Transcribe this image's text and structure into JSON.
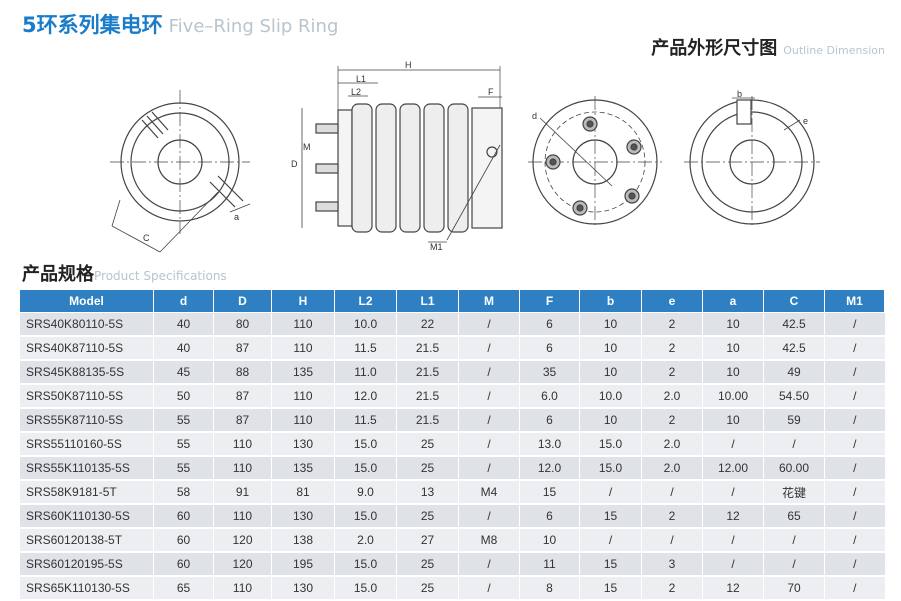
{
  "header": {
    "title_zh": "5环系列集电环",
    "title_en": "Five–Ring Slip Ring"
  },
  "outline": {
    "title_zh": "产品外形尺寸图",
    "title_en": "Outline Dimension",
    "labels": {
      "H": "H",
      "L1": "L1",
      "L2": "L2",
      "F": "F",
      "D": "D",
      "M": "M",
      "M1": "M1",
      "a": "a",
      "C": "C",
      "d": "d",
      "b": "b",
      "e": "e"
    }
  },
  "specs": {
    "title_zh": "产品规格",
    "title_en": "Product Specifications",
    "columns": [
      "Model",
      "d",
      "D",
      "H",
      "L2",
      "L1",
      "M",
      "F",
      "b",
      "e",
      "a",
      "C",
      "M1"
    ],
    "rows": [
      [
        "SRS40K80110-5S",
        "40",
        "80",
        "110",
        "10.0",
        "22",
        "/",
        "6",
        "10",
        "2",
        "10",
        "42.5",
        "/"
      ],
      [
        "SRS40K87110-5S",
        "40",
        "87",
        "110",
        "11.5",
        "21.5",
        "/",
        "6",
        "10",
        "2",
        "10",
        "42.5",
        "/"
      ],
      [
        "SRS45K88135-5S",
        "45",
        "88",
        "135",
        "11.0",
        "21.5",
        "/",
        "35",
        "10",
        "2",
        "10",
        "49",
        "/"
      ],
      [
        "SRS50K87110-5S",
        "50",
        "87",
        "110",
        "12.0",
        "21.5",
        "/",
        "6.0",
        "10.0",
        "2.0",
        "10.00",
        "54.50",
        "/"
      ],
      [
        "SRS55K87110-5S",
        "55",
        "87",
        "110",
        "11.5",
        "21.5",
        "/",
        "6",
        "10",
        "2",
        "10",
        "59",
        "/"
      ],
      [
        "SRS55110160-5S",
        "55",
        "110",
        "130",
        "15.0",
        "25",
        "/",
        "13.0",
        "15.0",
        "2.0",
        "/",
        "/",
        "/"
      ],
      [
        "SRS55K110135-5S",
        "55",
        "110",
        "135",
        "15.0",
        "25",
        "/",
        "12.0",
        "15.0",
        "2.0",
        "12.00",
        "60.00",
        "/"
      ],
      [
        "SRS58K9181-5T",
        "58",
        "91",
        "81",
        "9.0",
        "13",
        "M4",
        "15",
        "/",
        "/",
        "/",
        "花键",
        "/"
      ],
      [
        "SRS60K110130-5S",
        "60",
        "110",
        "130",
        "15.0",
        "25",
        "/",
        "6",
        "15",
        "2",
        "12",
        "65",
        "/"
      ],
      [
        "SRS60120138-5T",
        "60",
        "120",
        "138",
        "2.0",
        "27",
        "M8",
        "10",
        "/",
        "/",
        "/",
        "/",
        "/"
      ],
      [
        "SRS60120195-5S",
        "60",
        "120",
        "195",
        "15.0",
        "25",
        "/",
        "11",
        "15",
        "3",
        "/",
        "/",
        "/"
      ],
      [
        "SRS65K110130-5S",
        "65",
        "110",
        "130",
        "15.0",
        "25",
        "/",
        "8",
        "15",
        "2",
        "12",
        "70",
        "/"
      ]
    ]
  }
}
